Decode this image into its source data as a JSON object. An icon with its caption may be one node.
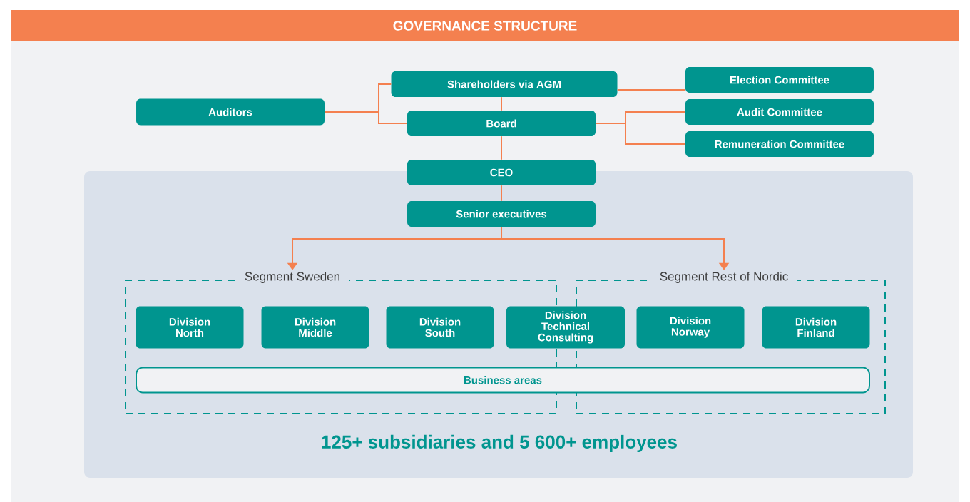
{
  "diagram": {
    "title": "GOVERNANCE STRUCTURE",
    "nodes": [
      {
        "text": [
          "Shareholders via AGM"
        ]
      },
      {
        "text": [
          "Election Committee"
        ]
      },
      {
        "text": [
          "Auditors"
        ]
      },
      {
        "text": [
          "Board"
        ]
      },
      {
        "text": [
          "Audit Committee"
        ]
      },
      {
        "text": [
          "Remuneration Committee"
        ]
      },
      {
        "text": [
          "CEO"
        ]
      },
      {
        "text": [
          "Senior executives"
        ]
      },
      {
        "text": [
          "Segment Sweden"
        ]
      },
      {
        "text": [
          "Segment Rest of Nordic"
        ]
      },
      {
        "text": [
          "Division North"
        ],
        "in": 8
      },
      {
        "text": [
          "Division Middle"
        ],
        "in": 8
      },
      {
        "text": [
          "Division South"
        ],
        "in": 8
      },
      {
        "text": [
          "Division Technical Consulting"
        ]
      },
      {
        "text": [
          "Division Norway"
        ],
        "in": 9
      },
      {
        "text": [
          "Division Finland"
        ],
        "in": 9
      },
      {
        "text": [
          "Business areas"
        ]
      }
    ],
    "edges": [
      {
        "from": 2,
        "to": 0,
        "arrow": "none"
      },
      {
        "from": 2,
        "to": 3,
        "arrow": "none"
      },
      {
        "from": 0,
        "to": 1,
        "arrow": "none"
      },
      {
        "from": 0,
        "to": 3,
        "arrow": "none"
      },
      {
        "from": 3,
        "to": 4,
        "arrow": "none"
      },
      {
        "from": 3,
        "to": 5,
        "arrow": "none"
      },
      {
        "from": 3,
        "to": 6,
        "arrow": "none"
      },
      {
        "from": 6,
        "to": 7,
        "arrow": "none"
      },
      {
        "from": 7,
        "to": 8,
        "arrow": "to"
      },
      {
        "from": 7,
        "to": 9,
        "arrow": "to"
      }
    ],
    "labels": [
      "125+ subsidiaries and 5 600+ employees"
    ]
  }
}
